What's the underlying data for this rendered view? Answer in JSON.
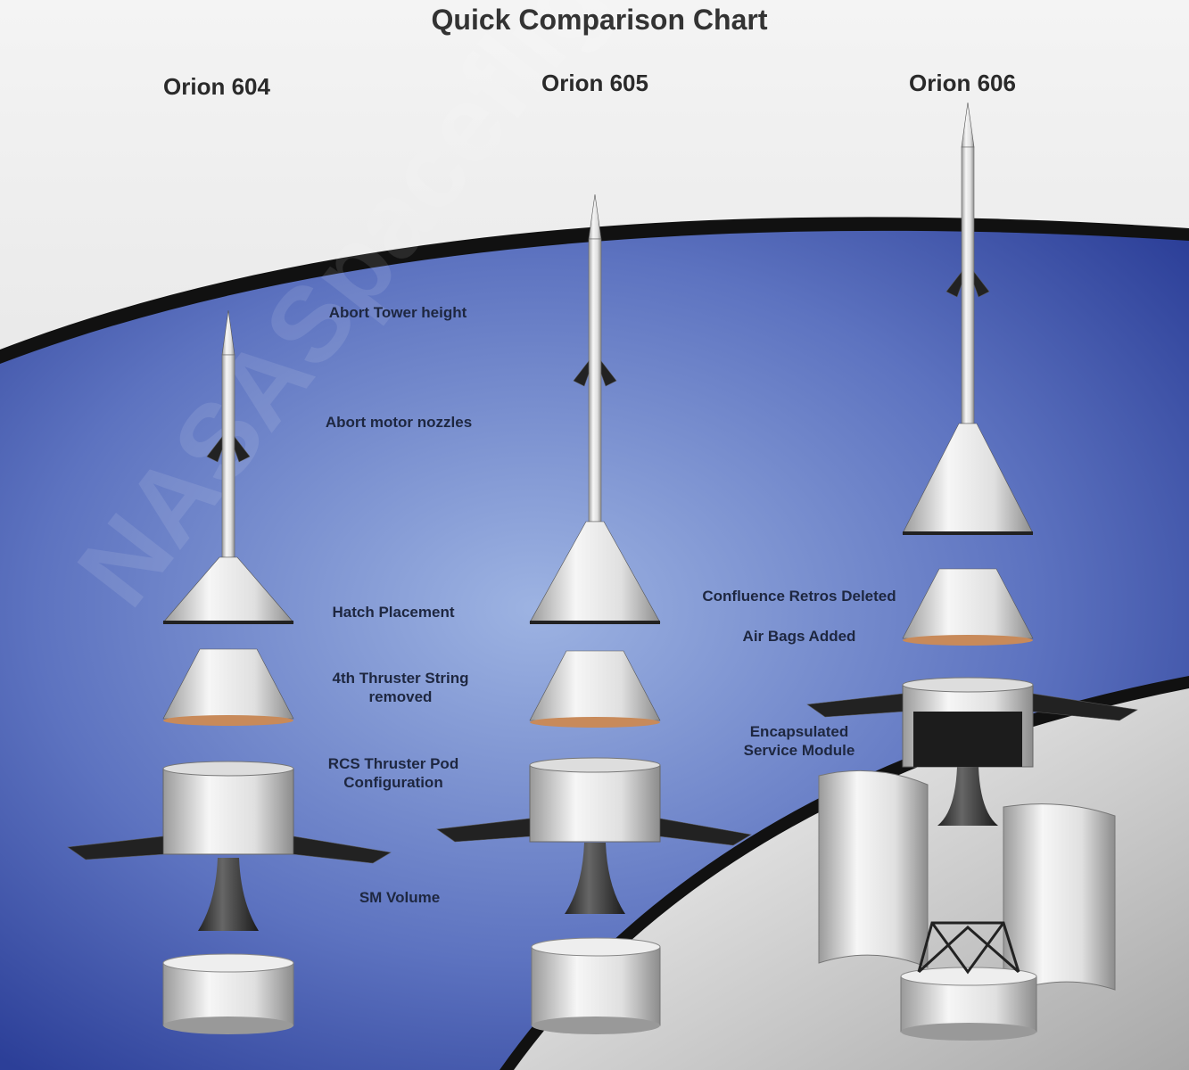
{
  "title": "Quick Comparison Chart",
  "columns": [
    {
      "name": "Orion 604"
    },
    {
      "name": "Orion 605"
    },
    {
      "name": "Orion 606"
    }
  ],
  "labels": {
    "abort_tower_height": "Abort Tower height",
    "abort_motor_nozzles": "Abort motor nozzles",
    "hatch_placement": "Hatch Placement",
    "thruster_string_1": "4th Thruster String",
    "thruster_string_2": "removed",
    "rcs_pod_1": "RCS Thruster Pod",
    "rcs_pod_2": "Configuration",
    "sm_volume": "SM Volume",
    "confluence_retros": "Confluence Retros Deleted",
    "air_bags": "Air Bags Added",
    "encapsulated_1": "Encapsulated",
    "encapsulated_2": "Service Module"
  },
  "watermark": "NASASpaceflight.com",
  "colors": {
    "blue": "#4a5fb0",
    "blue_light": "#8fa6d8",
    "text": "#1e2740"
  }
}
